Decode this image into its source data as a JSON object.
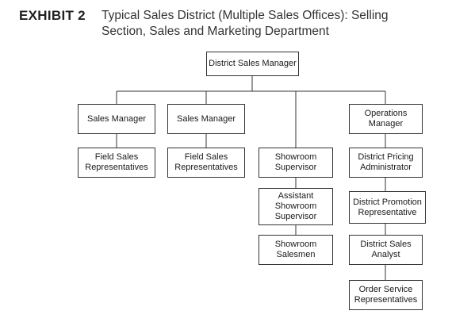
{
  "header": {
    "exhibit": "EXHIBIT 2",
    "title": "Typical Sales District (Multiple Sales Offices): Selling Section, Sales and Marketing Department"
  },
  "chart": {
    "root": "District Sales Manager",
    "sales_manager_1": "Sales Manager",
    "sales_manager_2": "Sales Manager",
    "operations_manager": "Operations\nManager",
    "field_sales_1": "Field Sales\nRepresentatives",
    "field_sales_2": "Field Sales\nRepresentatives",
    "showroom_supervisor": "Showroom\nSupervisor",
    "assistant_showroom_supervisor": "Assistant\nShowroom\nSupervisor",
    "showroom_salesmen": "Showroom\nSalesmen",
    "district_pricing_administrator": "District Pricing\nAdministrator",
    "district_promotion_representative": "District Promotion\nRepresentative",
    "district_sales_analyst": "District Sales\nAnalyst",
    "order_service_representatives": "Order Service\nRepresentatives"
  }
}
